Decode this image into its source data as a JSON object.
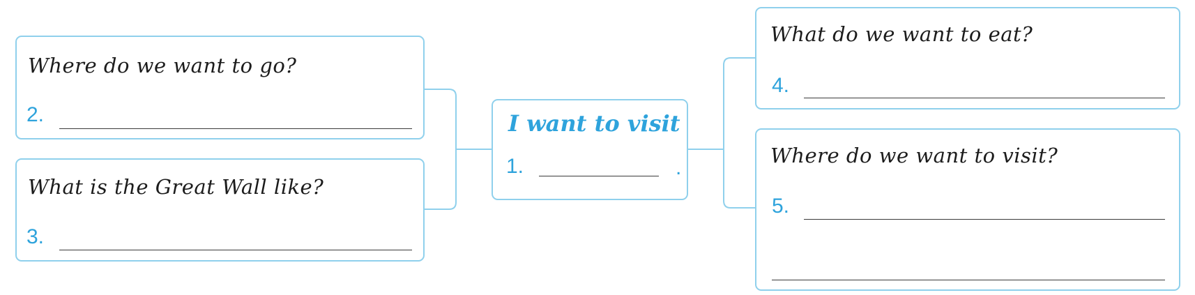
{
  "center": {
    "title": "I want to visit",
    "number": "1.",
    "end_mark": "."
  },
  "left": [
    {
      "question": "Where do we want to go?",
      "number": "2."
    },
    {
      "question": "What is the Great Wall like?",
      "number": "3."
    }
  ],
  "right": [
    {
      "question": "What do we want to eat?",
      "number": "4."
    },
    {
      "question": "Where do we want to visit?",
      "number": "5."
    }
  ],
  "colors": {
    "accent": "#2ea3dc",
    "border": "#8fd0ec",
    "text": "#1c1c1c"
  }
}
